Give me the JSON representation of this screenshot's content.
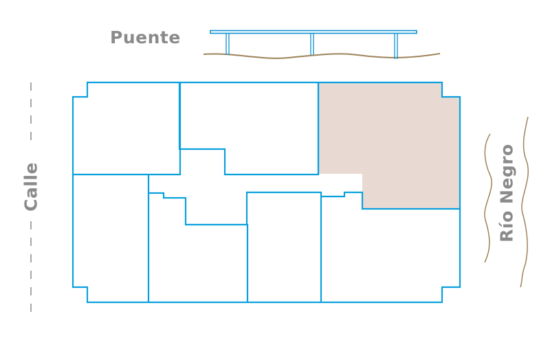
{
  "labels": {
    "bridge": "Puente",
    "street": "Calle",
    "river": "Río Negro"
  },
  "colors": {
    "wall": "#0aa0dd",
    "highlight_fill": "#e8d9d2",
    "ground": "#9c8258",
    "label_text": "#8a8a8a"
  },
  "floorplan": {
    "units": 8,
    "highlighted_unit": "top-right"
  }
}
